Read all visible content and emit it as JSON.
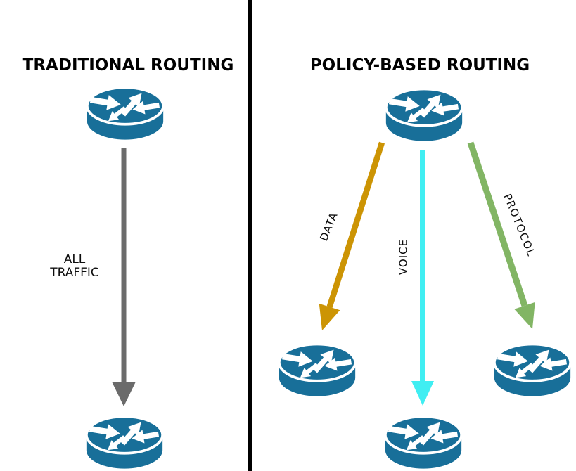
{
  "diagram": {
    "left": {
      "title": "TRADITIONAL ROUTING",
      "arrow_label": "ALL TRAFFIC"
    },
    "right": {
      "title": "POLICY-BASED ROUTING",
      "flows": [
        {
          "label": "DATA"
        },
        {
          "label": "VOICE"
        },
        {
          "label": "PROTOCOL"
        }
      ]
    }
  },
  "icons": {
    "router": "cisco-router-icon"
  },
  "colors": {
    "router": "#186F99",
    "divider": "#000000",
    "all_traffic_arrow": "#6B6B6B",
    "data_arrow": "#CC9404",
    "voice_arrow": "#40EEF2",
    "protocol_arrow": "#82B564",
    "text": "#000000"
  }
}
